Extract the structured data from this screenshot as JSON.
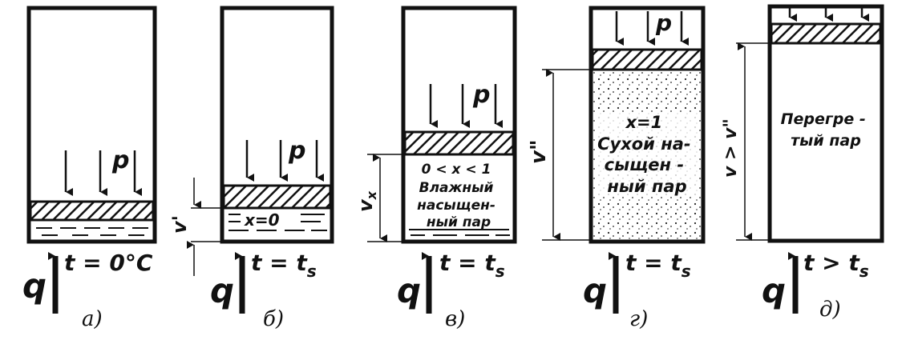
{
  "panels": [
    {
      "id": "a",
      "caption": "а)",
      "pressure": "p",
      "heat": "q",
      "temperature": "t = 0°C",
      "state": "",
      "volume": ""
    },
    {
      "id": "b",
      "caption": "б)",
      "pressure": "p",
      "heat": "q",
      "temperature": "t = t",
      "temperature_sub": "s",
      "state": "x=0",
      "volume": "v'"
    },
    {
      "id": "v",
      "caption": "в)",
      "pressure": "p",
      "heat": "q",
      "temperature": "t = t",
      "temperature_sub": "s",
      "state_lines": [
        "0 < x < 1",
        "Влажный",
        "насыщен-",
        "ный пар"
      ],
      "volume": "v",
      "volume_sub": "x"
    },
    {
      "id": "g",
      "caption": "г)",
      "pressure": "p",
      "heat": "q",
      "temperature": "t = t",
      "temperature_sub": "s",
      "state_lines": [
        "x=1",
        "Сухой на-",
        "сыщен -",
        "ный пар"
      ],
      "volume": "v\""
    },
    {
      "id": "d",
      "caption": "д)",
      "heat": "q",
      "temperature": "t > t",
      "temperature_sub": "s",
      "state_lines": [
        "Перегре -",
        "тый пар"
      ],
      "volume": "v > v\""
    }
  ]
}
